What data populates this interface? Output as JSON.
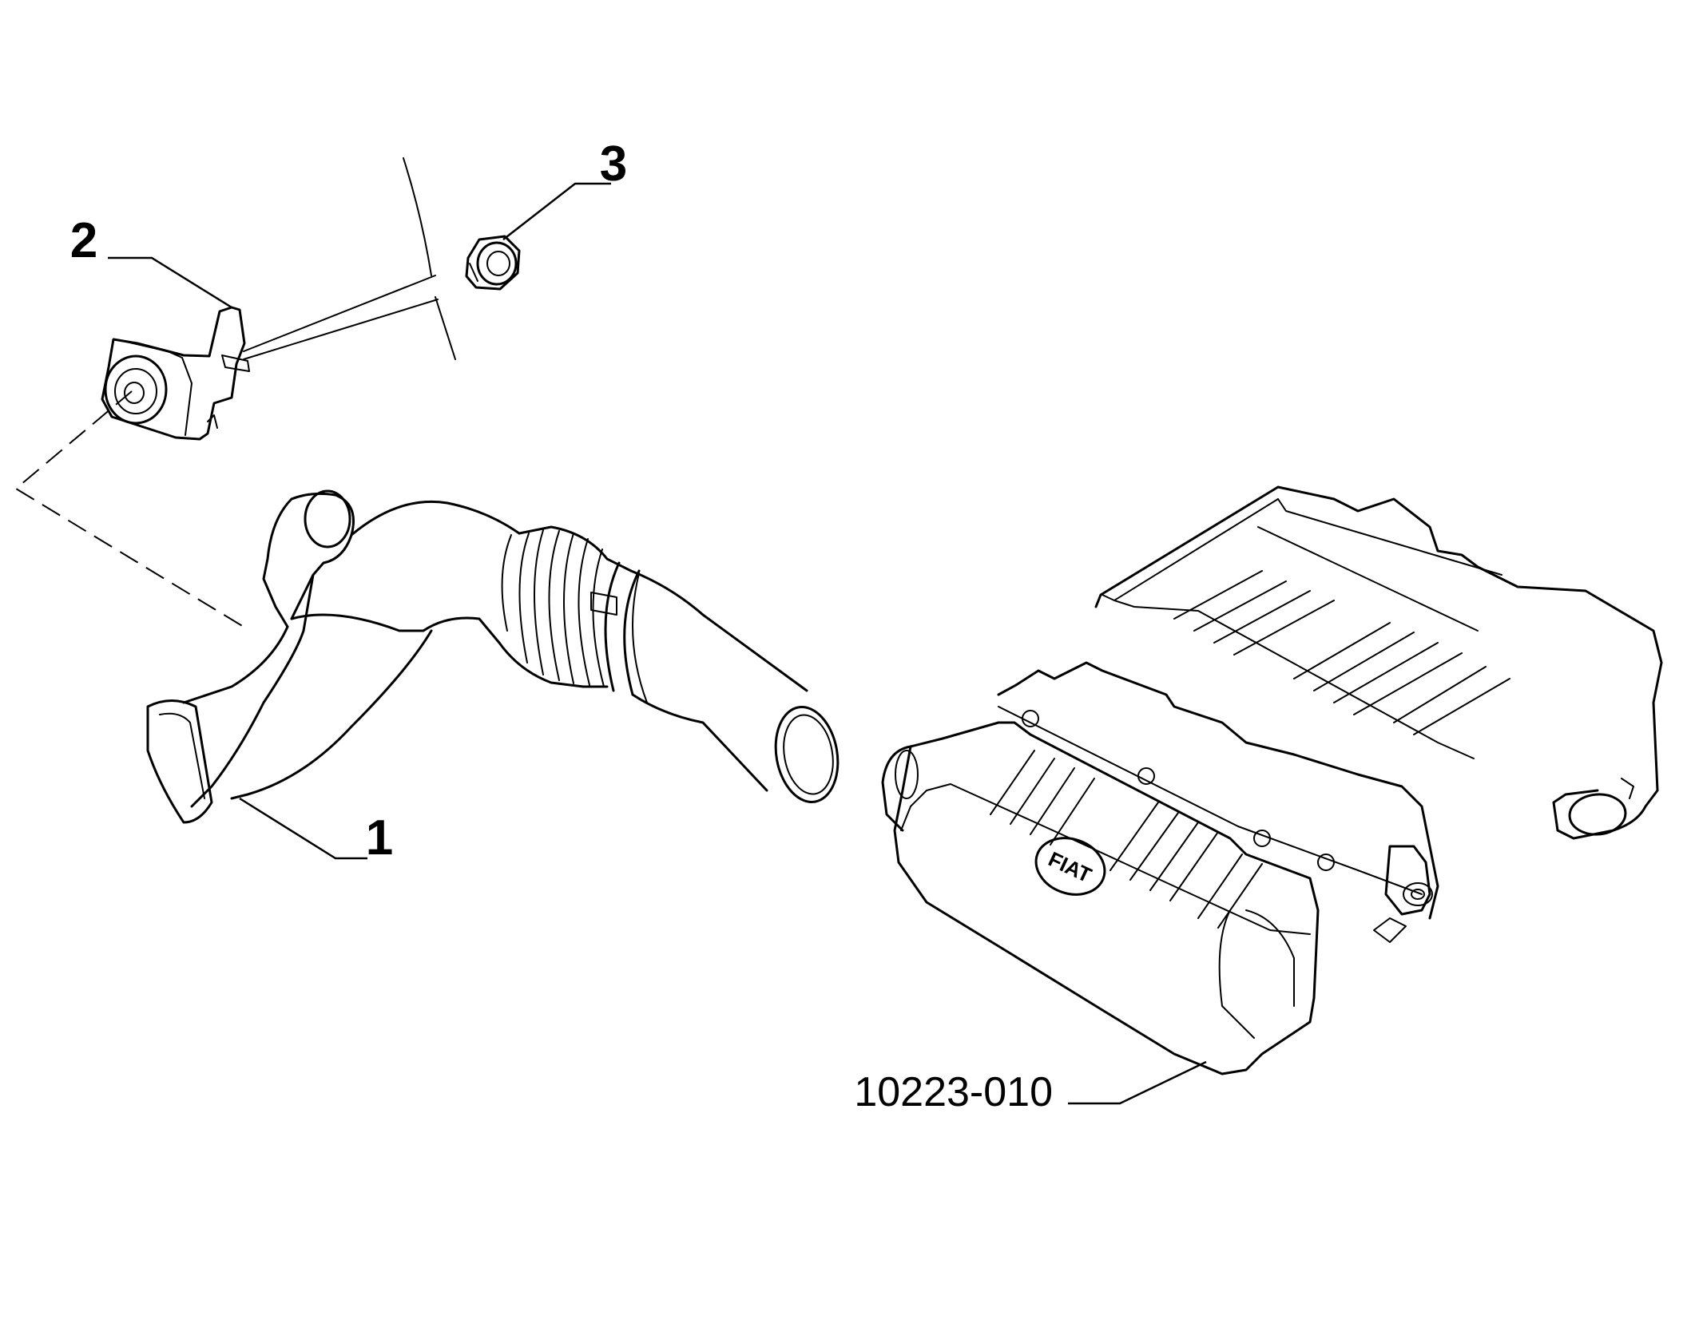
{
  "callouts": {
    "part1": "1",
    "part2": "2",
    "part3": "3",
    "assembly_code": "10223-010"
  },
  "logo_text": "FIAT"
}
